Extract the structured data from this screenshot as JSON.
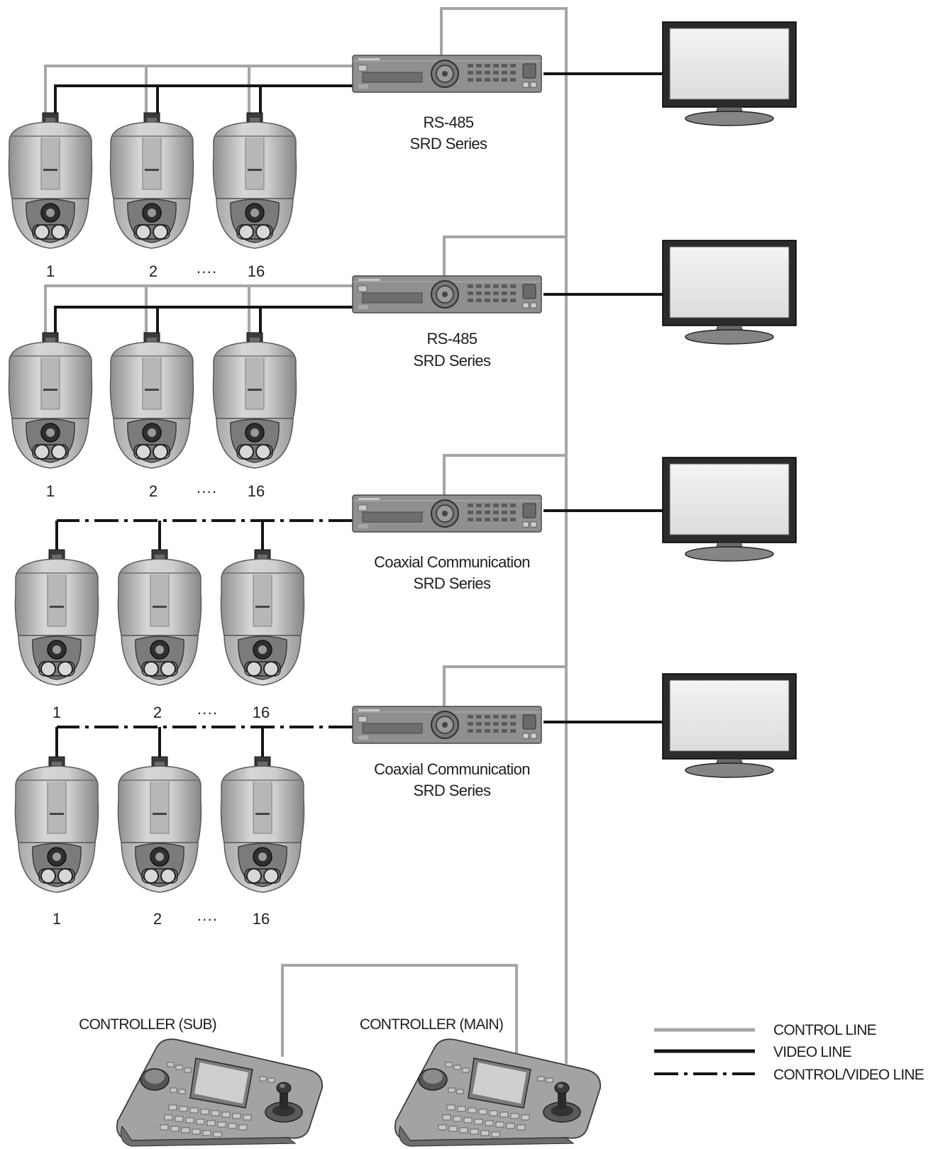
{
  "groups": [
    {
      "dvr_label_line1": "RS-485",
      "dvr_label_line2": "SRD Series",
      "camera_numbers": [
        "1",
        "2",
        "16"
      ],
      "ellipsis": "····"
    },
    {
      "dvr_label_line1": "RS-485",
      "dvr_label_line2": "SRD Series",
      "camera_numbers": [
        "1",
        "2",
        "16"
      ],
      "ellipsis": "····"
    },
    {
      "dvr_label_line1": "Coaxial Communication",
      "dvr_label_line2": "SRD Series",
      "camera_numbers": [
        "1",
        "2",
        "16"
      ],
      "ellipsis": "····"
    },
    {
      "dvr_label_line1": "Coaxial Communication",
      "dvr_label_line2": "SRD Series",
      "camera_numbers": [
        "1",
        "2",
        "16"
      ],
      "ellipsis": "····"
    }
  ],
  "controllers": {
    "sub_label": "CONTROLLER (SUB)",
    "main_label": "CONTROLLER (MAIN)"
  },
  "legend": {
    "control_line": "CONTROL LINE",
    "video_line": "VIDEO LINE",
    "control_video_line": "CONTROL/VIDEO LINE"
  },
  "colors": {
    "control_line": "#a6a6a6",
    "video_line": "#151515",
    "device_body": "#8f8f8f",
    "camera_dome": "#bcbcbc"
  },
  "icons": {
    "camera": "ptz-dome-camera-icon",
    "dvr": "srd-dvr-recorder-icon",
    "monitor": "monitor-icon",
    "controller": "keyboard-controller-icon"
  }
}
